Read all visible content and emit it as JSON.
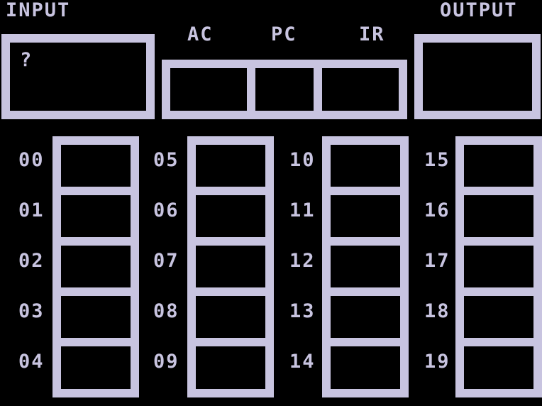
{
  "labels": {
    "input": "INPUT",
    "output": "OUTPUT",
    "ac": "AC",
    "pc": "PC",
    "ir": "IR"
  },
  "input_value": "?",
  "output_value": "",
  "registers": {
    "ac": "",
    "pc": "",
    "ir": ""
  },
  "memory": [
    {
      "address": "00",
      "value": ""
    },
    {
      "address": "01",
      "value": ""
    },
    {
      "address": "02",
      "value": ""
    },
    {
      "address": "03",
      "value": ""
    },
    {
      "address": "04",
      "value": ""
    },
    {
      "address": "05",
      "value": ""
    },
    {
      "address": "06",
      "value": ""
    },
    {
      "address": "07",
      "value": ""
    },
    {
      "address": "08",
      "value": ""
    },
    {
      "address": "09",
      "value": ""
    },
    {
      "address": "10",
      "value": ""
    },
    {
      "address": "11",
      "value": ""
    },
    {
      "address": "12",
      "value": ""
    },
    {
      "address": "13",
      "value": ""
    },
    {
      "address": "14",
      "value": ""
    },
    {
      "address": "15",
      "value": ""
    },
    {
      "address": "16",
      "value": ""
    },
    {
      "address": "17",
      "value": ""
    },
    {
      "address": "18",
      "value": ""
    },
    {
      "address": "19",
      "value": ""
    }
  ],
  "colors": {
    "foreground": "#c8c4e0",
    "background": "#000000"
  }
}
